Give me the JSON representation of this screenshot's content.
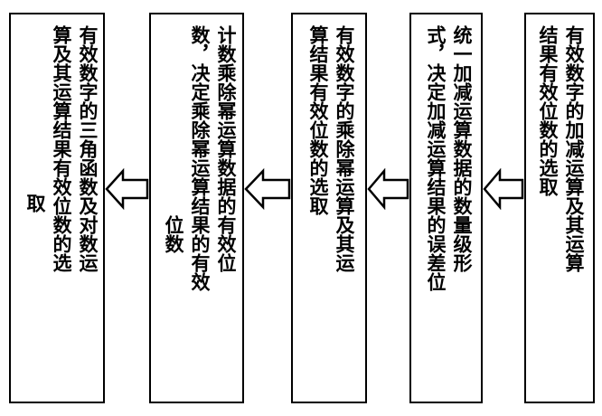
{
  "diagram": {
    "boxes": [
      {
        "lines": [
          "有效数字的三角函数及对数运",
          "算及其运算结果有效位数的选",
          "取"
        ]
      },
      {
        "lines": [
          "计数乘除幂运算数据的有效位",
          "数，决定乘除幂运算结果的有效",
          "位数"
        ]
      },
      {
        "lines": [
          "有效数字的乘除幂运算及其运",
          "算结果有效位数的选取"
        ]
      },
      {
        "lines": [
          "统一加减运算数据的数量级形",
          "式，决定加减运算结果的误差位"
        ]
      },
      {
        "lines": [
          "有效数字的加减运算及其运算",
          "结果有效位数的选取"
        ]
      }
    ],
    "arrow_direction": "right-to-left",
    "colors": {
      "stroke": "#000000",
      "fill": "#ffffff",
      "text": "#000000"
    }
  }
}
